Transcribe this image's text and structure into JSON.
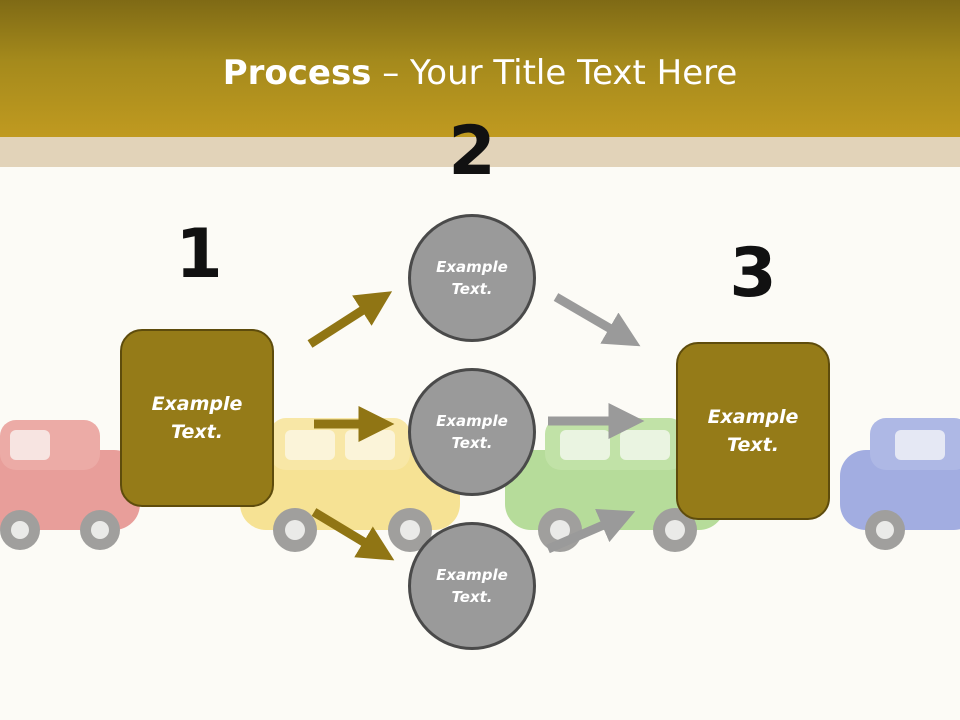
{
  "title": {
    "bold": "Process",
    "rest": " – Your Title Text Here"
  },
  "steps": [
    {
      "number": "1",
      "label": "Example Text."
    },
    {
      "number": "2",
      "labels": [
        "Example Text.",
        "Example Text.",
        "Example Text."
      ]
    },
    {
      "number": "3",
      "label": "Example Text."
    }
  ],
  "colors": {
    "header": "#a58a1c",
    "box": "#957b18",
    "circle": "#9a9a9a",
    "arrow_gold": "#907514",
    "arrow_gray": "#9a9a9a"
  }
}
